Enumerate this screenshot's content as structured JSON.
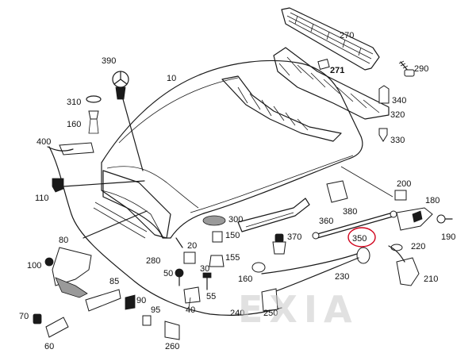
{
  "diagram": {
    "part_numbers": {
      "p10": "10",
      "p20": "20",
      "p30": "30",
      "p40": "40",
      "p50": "50",
      "p60": "60",
      "p70": "70",
      "p80": "80",
      "p85": "85",
      "p90": "90",
      "p95": "95",
      "p100": "100",
      "p110": "110",
      "p150": "150",
      "p155": "155",
      "p160a": "160",
      "p160b": "160",
      "p180": "180",
      "p190": "190",
      "p200": "200",
      "p210": "210",
      "p220": "220",
      "p230": "230",
      "p240": "240",
      "p250": "250",
      "p260": "260",
      "p270": "270",
      "p271": "271",
      "p280": "280",
      "p290": "290",
      "p300": "300",
      "p310": "310",
      "p320": "320",
      "p330": "330",
      "p340": "340",
      "p350": "350",
      "p360": "360",
      "p370": "370",
      "p380": "380",
      "p390": "390",
      "p400": "400"
    },
    "highlighted_part": "350",
    "highlight_color": "#d0021b",
    "watermark": {
      "text": "EXIA",
      "color": "#c9c9c9",
      "accent_color": "#e8a0a0"
    }
  }
}
